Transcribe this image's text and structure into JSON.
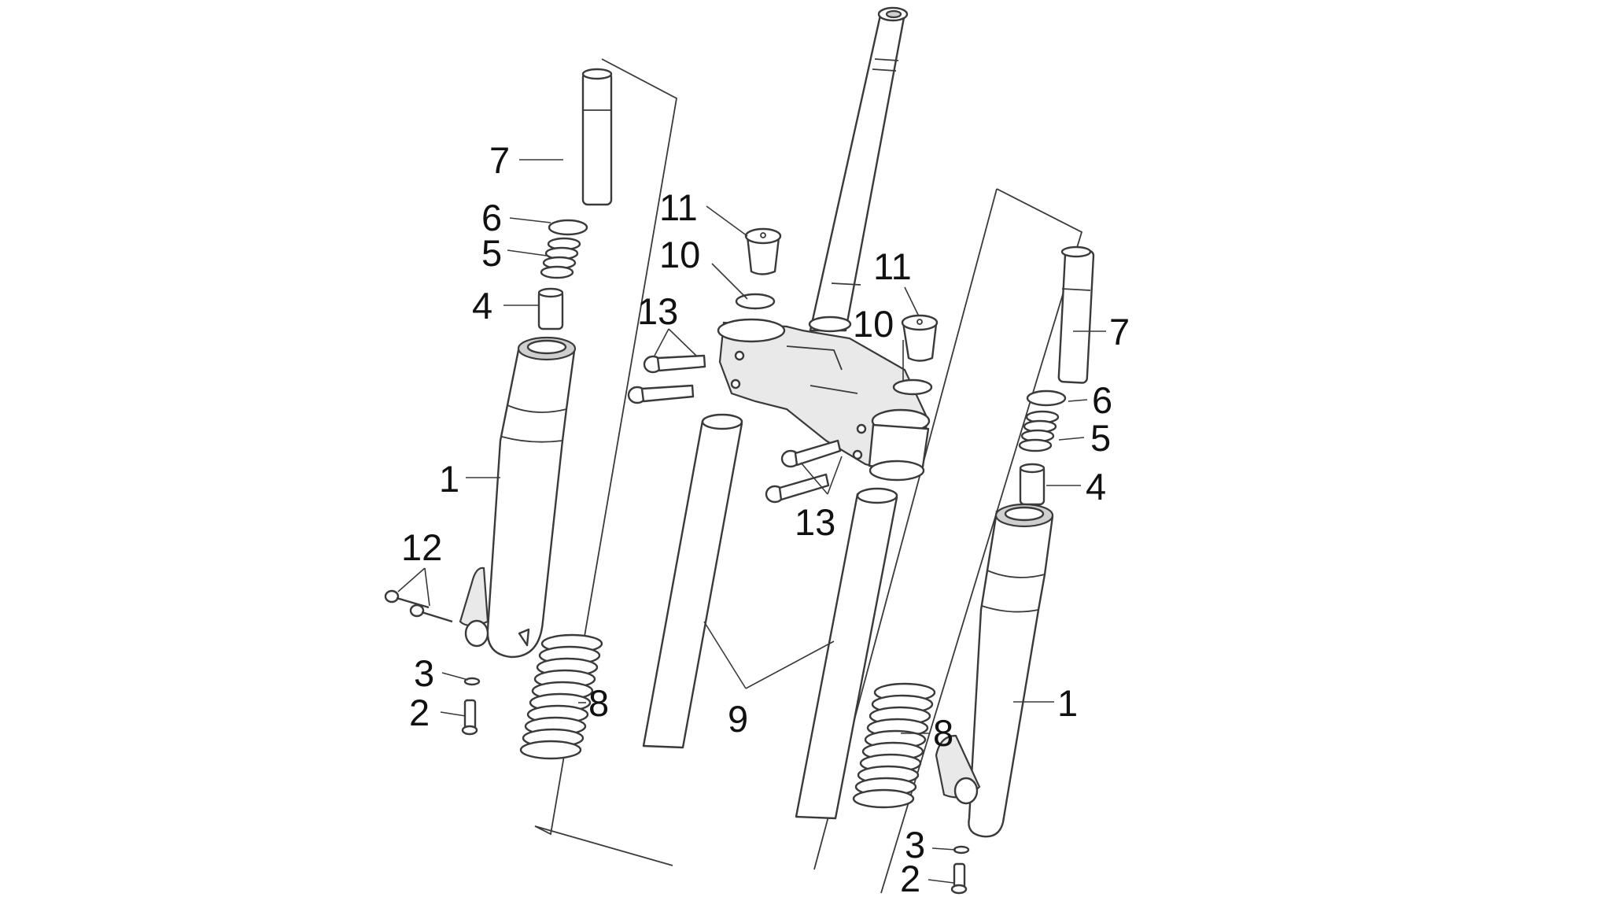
{
  "labels": {
    "left_7": "7",
    "left_6": "6",
    "left_5": "5",
    "left_4": "4",
    "left_1": "1",
    "left_12": "12",
    "left_3": "3",
    "left_2": "2",
    "left_8": "8",
    "center_11": "11",
    "center_10": "10",
    "center_13_top": "13",
    "center_13_bottom": "13",
    "center_9": "9",
    "right_11": "11",
    "right_10": "10",
    "right_7": "7",
    "right_6": "6",
    "right_5": "5",
    "right_4": "4",
    "right_1": "1",
    "right_8": "8",
    "right_3": "3",
    "right_2": "2"
  },
  "colors": {
    "line": "#3a3a3a",
    "text": "#111111",
    "background": "#ffffff"
  }
}
